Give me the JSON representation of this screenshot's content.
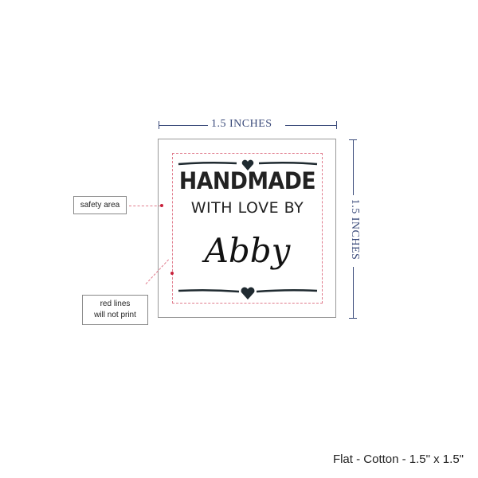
{
  "dimensions": {
    "width_label": "1.5 INCHES",
    "height_label": "1.5 INCHES"
  },
  "label": {
    "line1": "HANDMADE",
    "line2": "WITH LOVE BY",
    "name": "Abby"
  },
  "callouts": {
    "safety": "safety area",
    "red_lines_1": "red lines",
    "red_lines_2": "will not print"
  },
  "footer": "Flat - Cotton - 1.5\" x 1.5\"",
  "colors": {
    "dimension": "#3a4a7a",
    "safety": "#e07b8c",
    "ink": "#1f2a30"
  }
}
